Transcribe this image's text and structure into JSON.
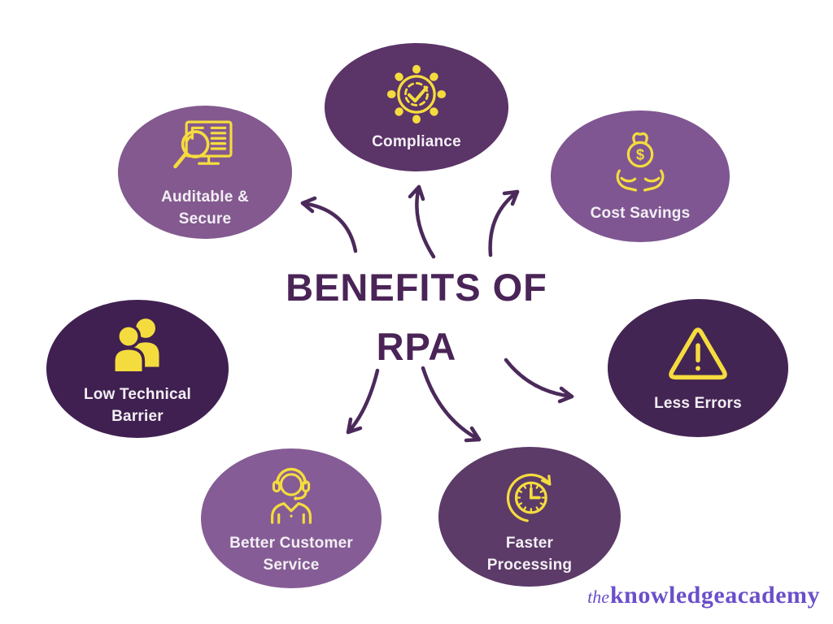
{
  "title": {
    "line1": "BENEFITS OF",
    "line2": "RPA"
  },
  "nodes": [
    {
      "id": "compliance",
      "label": "Compliance",
      "icon": "gear-check-icon",
      "fill": "#5B3468"
    },
    {
      "id": "auditable-secure",
      "label": "Auditable & Secure",
      "icon": "audit-monitor-icon",
      "fill": "#83598F"
    },
    {
      "id": "cost-savings",
      "label": "Cost Savings",
      "icon": "money-hands-icon",
      "fill": "#7F5692"
    },
    {
      "id": "low-technical-barrier",
      "label": "Low Technical Barrier",
      "icon": "team-icon",
      "fill": "#402051"
    },
    {
      "id": "less-errors",
      "label": "Less Errors",
      "icon": "warning-icon",
      "fill": "#432553"
    },
    {
      "id": "better-customer-service",
      "label": "Better Customer Service",
      "icon": "support-agent-icon",
      "fill": "#855C95"
    },
    {
      "id": "faster-processing",
      "label": "Faster Processing",
      "icon": "clock-speed-icon",
      "fill": "#5C3B68"
    }
  ],
  "arrows_to": [
    "auditable-secure",
    "compliance",
    "cost-savings",
    "less-errors",
    "faster-processing",
    "better-customer-service"
  ],
  "colors": {
    "background": "#FFFFFF",
    "title_text": "#4A2457",
    "node_label_text": "#F3EFF4",
    "icon_stroke": "#F5DC3E",
    "arrow_stroke": "#4B2A5B",
    "logo_text": "#6A4FC9"
  },
  "logo": {
    "the": "the",
    "knowledge": "knowledge",
    "academy": "academy"
  }
}
